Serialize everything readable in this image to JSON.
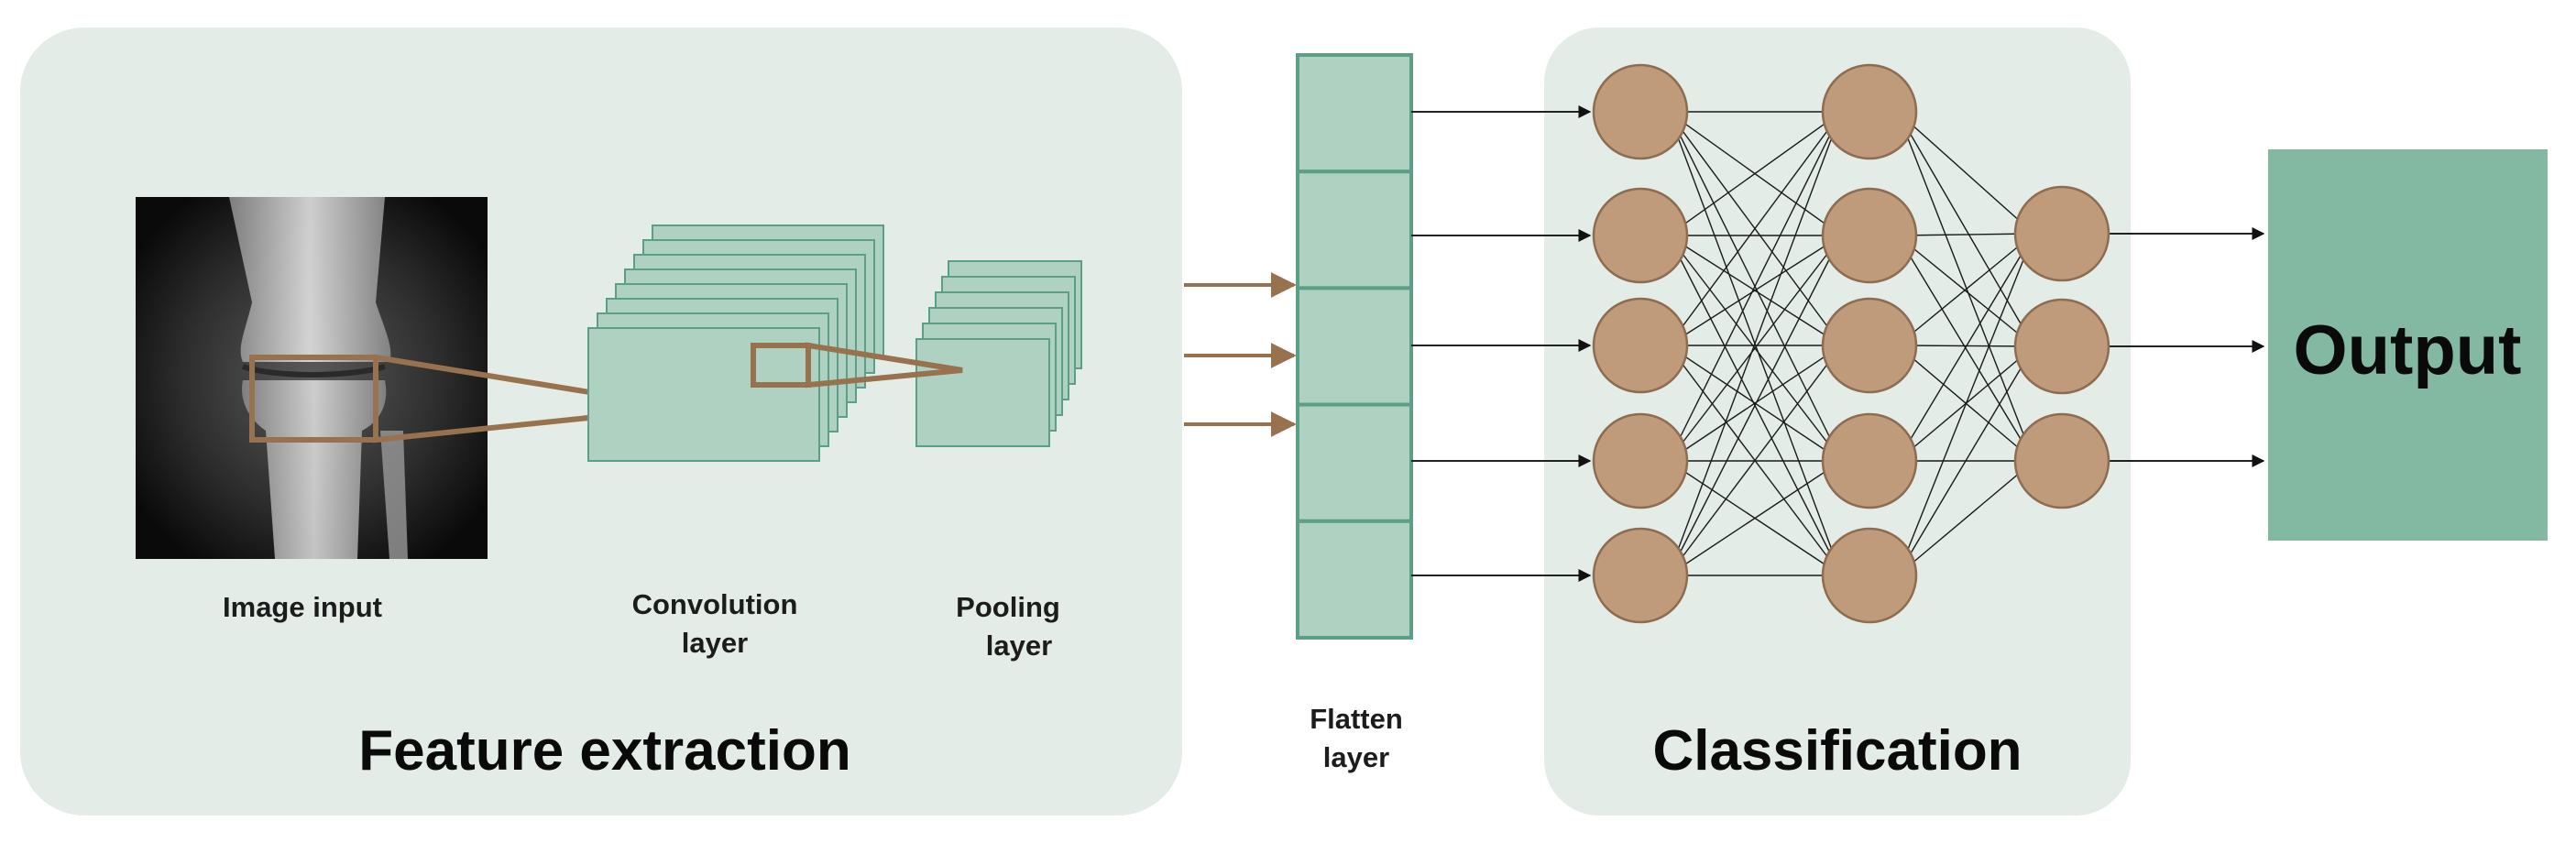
{
  "panels": {
    "feature_extraction": {
      "title": "Feature extraction"
    },
    "classification": {
      "title": "Classification"
    }
  },
  "labels": {
    "image_input": "Image input",
    "convolution": [
      "Convolution",
      "layer"
    ],
    "pooling": [
      "Pooling",
      "layer"
    ],
    "flatten": [
      "Flatten",
      "layer"
    ]
  },
  "output": {
    "label": "Output"
  },
  "network": {
    "layer_sizes": [
      5,
      5,
      3
    ],
    "flatten_cells": 5
  },
  "colors": {
    "panel_bg": "#e3ece6",
    "layer_fill": "#aed1c2",
    "layer_stroke": "#5d9e86",
    "node_fill": "#bf9b7c",
    "node_stroke": "#8e6c52",
    "magnifier": "#98714f",
    "output_fill": "#83b8a2"
  }
}
